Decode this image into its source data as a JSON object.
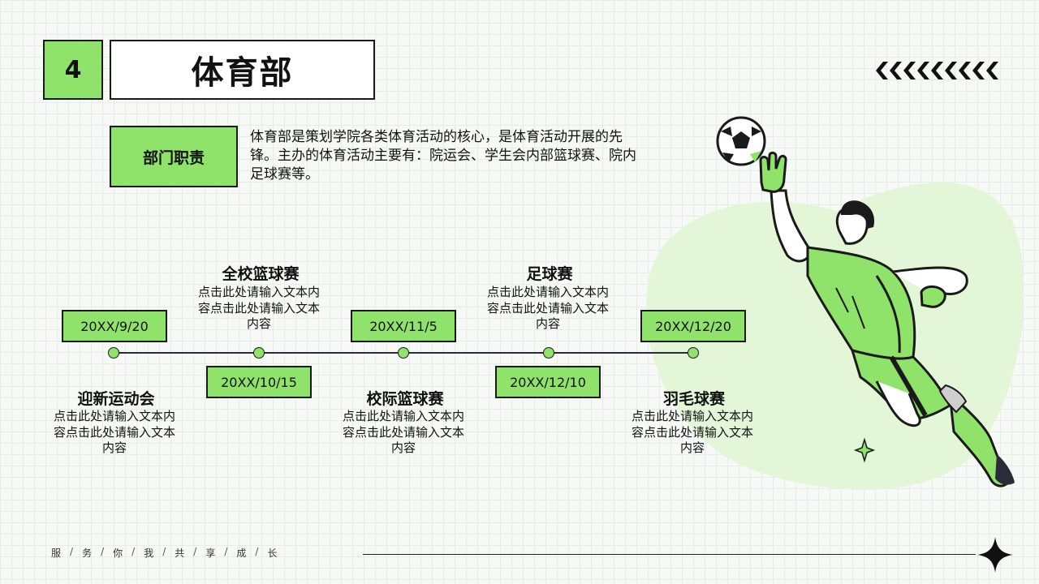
{
  "header": {
    "number": "4",
    "title": "体育部"
  },
  "duty": {
    "label": "部门职责",
    "description": "体育部是策划学院各类体育活动的核心，是体育活动开展的先锋。主办的体育活动主要有：院运会、学生会内部篮球赛、院内足球赛等。"
  },
  "timeline": {
    "events": [
      {
        "date": "20XX/9/20",
        "title": "迎新运动会",
        "desc": "点击此处请输入文本内容点击此处请输入文本内容"
      },
      {
        "date": "20XX/10/15",
        "title": "全校篮球赛",
        "desc": "点击此处请输入文本内容点击此处请输入文本内容"
      },
      {
        "date": "20XX/11/5",
        "title": "校际篮球赛",
        "desc": "点击此处请输入文本内容点击此处请输入文本内容"
      },
      {
        "date": "20XX/12/10",
        "title": "足球赛",
        "desc": "点击此处请输入文本内容点击此处请输入文本内容"
      },
      {
        "date": "20XX/12/20",
        "title": "羽毛球赛",
        "desc": "点击此处请输入文本内容点击此处请输入文本内容"
      }
    ]
  },
  "footer": {
    "chars": [
      "服",
      "务",
      "你",
      "我",
      "共",
      "享",
      "成",
      "长"
    ],
    "separator": "/"
  },
  "colors": {
    "accent": "#8fe26a",
    "border": "#1a1a1a",
    "background": "#f7f9f7",
    "blob": "#e3f6d8"
  },
  "icons": {
    "header_decoration": "chevron-left-icon",
    "footer_decoration": "sparkle-icon",
    "illustration": "goalkeeper-illustration"
  }
}
